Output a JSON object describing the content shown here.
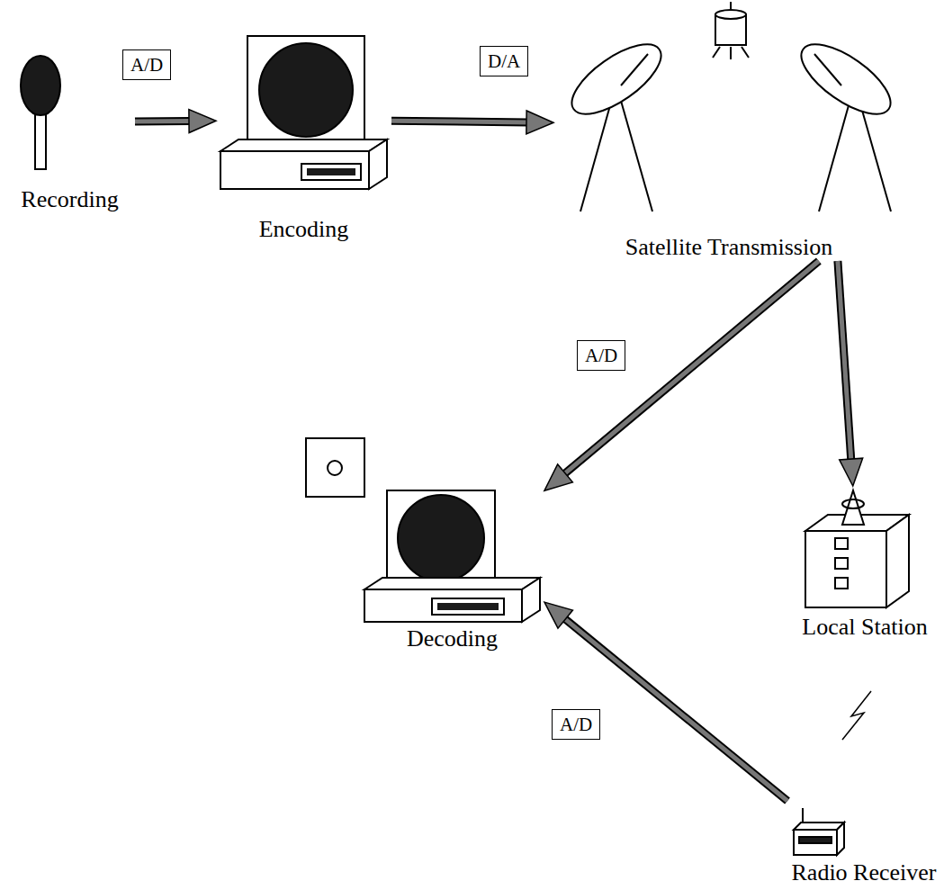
{
  "diagram": {
    "nodes": [
      {
        "text": [
          "Recording"
        ]
      },
      {
        "text": [
          "Encoding"
        ]
      },
      {
        "text": [
          "Satellite Transmission"
        ]
      },
      {
        "text": [
          "Decoding"
        ]
      },
      {
        "text": [
          "Local Station"
        ]
      },
      {
        "text": [
          "Radio Receiver"
        ]
      }
    ],
    "edges": [
      {
        "from": 0,
        "to": 1,
        "arrow": "to",
        "label": "A/D"
      },
      {
        "from": 1,
        "to": 2,
        "arrow": "to",
        "label": "D/A"
      },
      {
        "from": 2,
        "to": 3,
        "arrow": "to",
        "label": "A/D"
      },
      {
        "from": 2,
        "to": 4,
        "arrow": "to"
      },
      {
        "from": 5,
        "to": 3,
        "arrow": "to",
        "label": "A/D"
      }
    ]
  }
}
